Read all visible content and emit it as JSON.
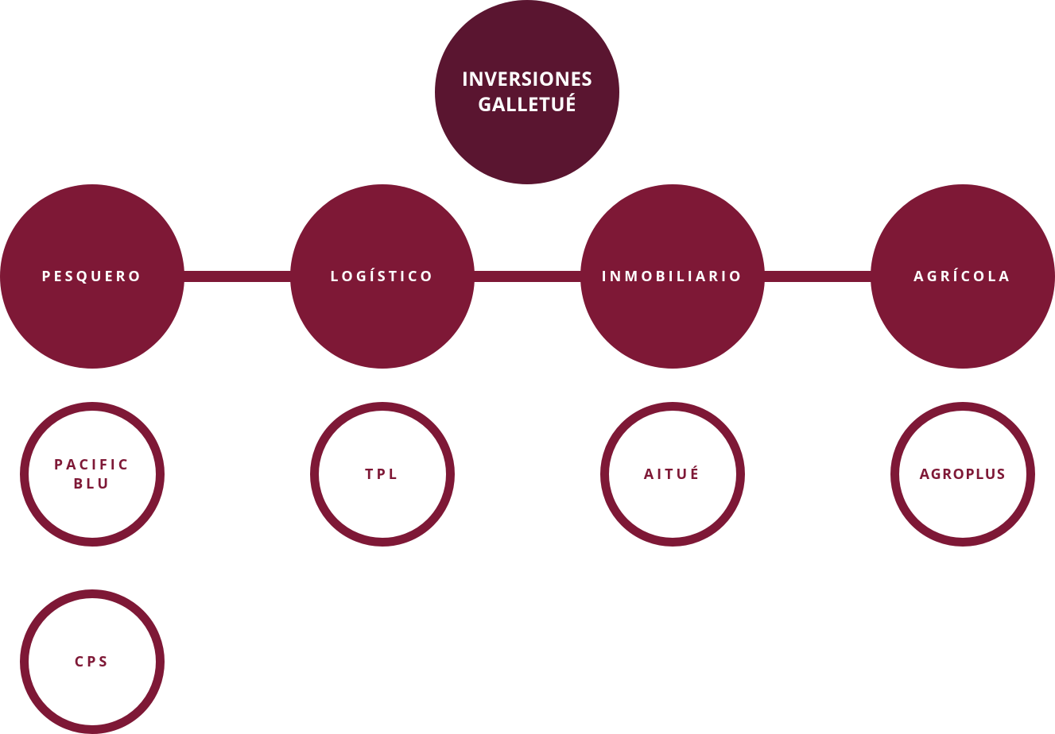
{
  "root": {
    "label": "INVERSIONES GALLETUÉ"
  },
  "sectors": [
    {
      "label": "PESQUERO"
    },
    {
      "label": "LOGÍSTICO"
    },
    {
      "label": "INMOBILIARIO"
    },
    {
      "label": "AGRÍCOLA"
    }
  ],
  "companies": [
    {
      "label": "PACIFIC BLU",
      "sector": "PESQUERO"
    },
    {
      "label": "CPS",
      "sector": "PESQUERO"
    },
    {
      "label": "TPL",
      "sector": "LOGÍSTICO"
    },
    {
      "label": "AITUÉ",
      "sector": "INMOBILIARIO"
    },
    {
      "label": "AGROPLUS",
      "sector": "AGRÍCOLA"
    }
  ],
  "colors": {
    "root_fill": "#5a1530",
    "sector_fill": "#7e1836",
    "company_stroke": "#7e1836",
    "background": "#ffffff"
  }
}
